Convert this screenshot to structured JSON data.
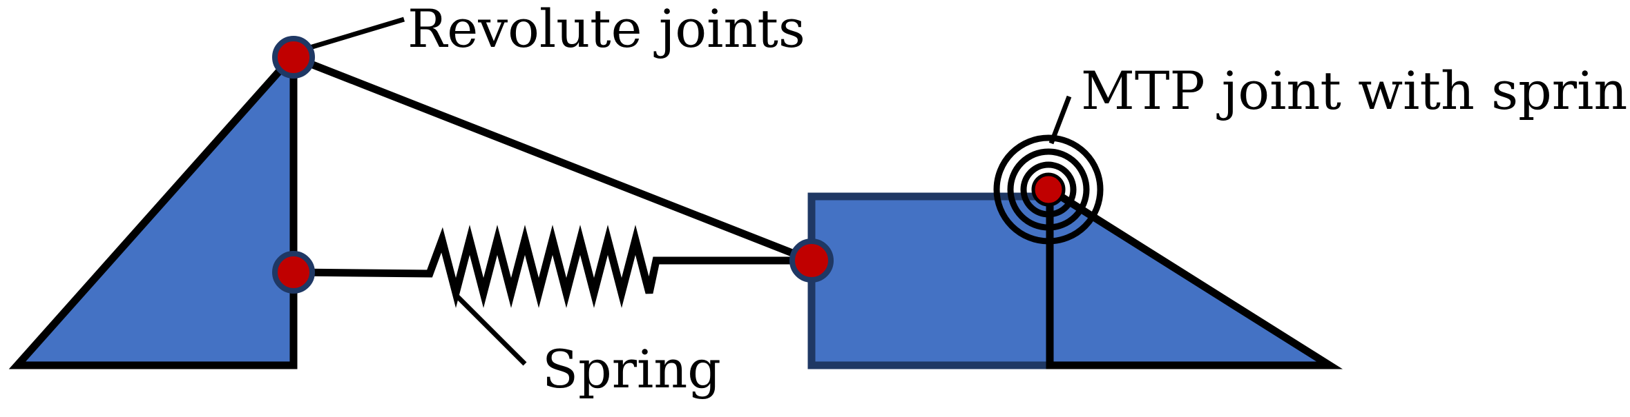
{
  "labels": {
    "revolute_joints": "Revolute joints",
    "spring": "Spring",
    "mtp_joint": "MTP joint with spring"
  },
  "colors": {
    "body_fill": "#4472C4",
    "stroke": "#000000",
    "joint_fill": "#C00000",
    "joint_outline": "#1F3864",
    "box_outline": "#1F3864",
    "background": "#FFFFFF"
  }
}
